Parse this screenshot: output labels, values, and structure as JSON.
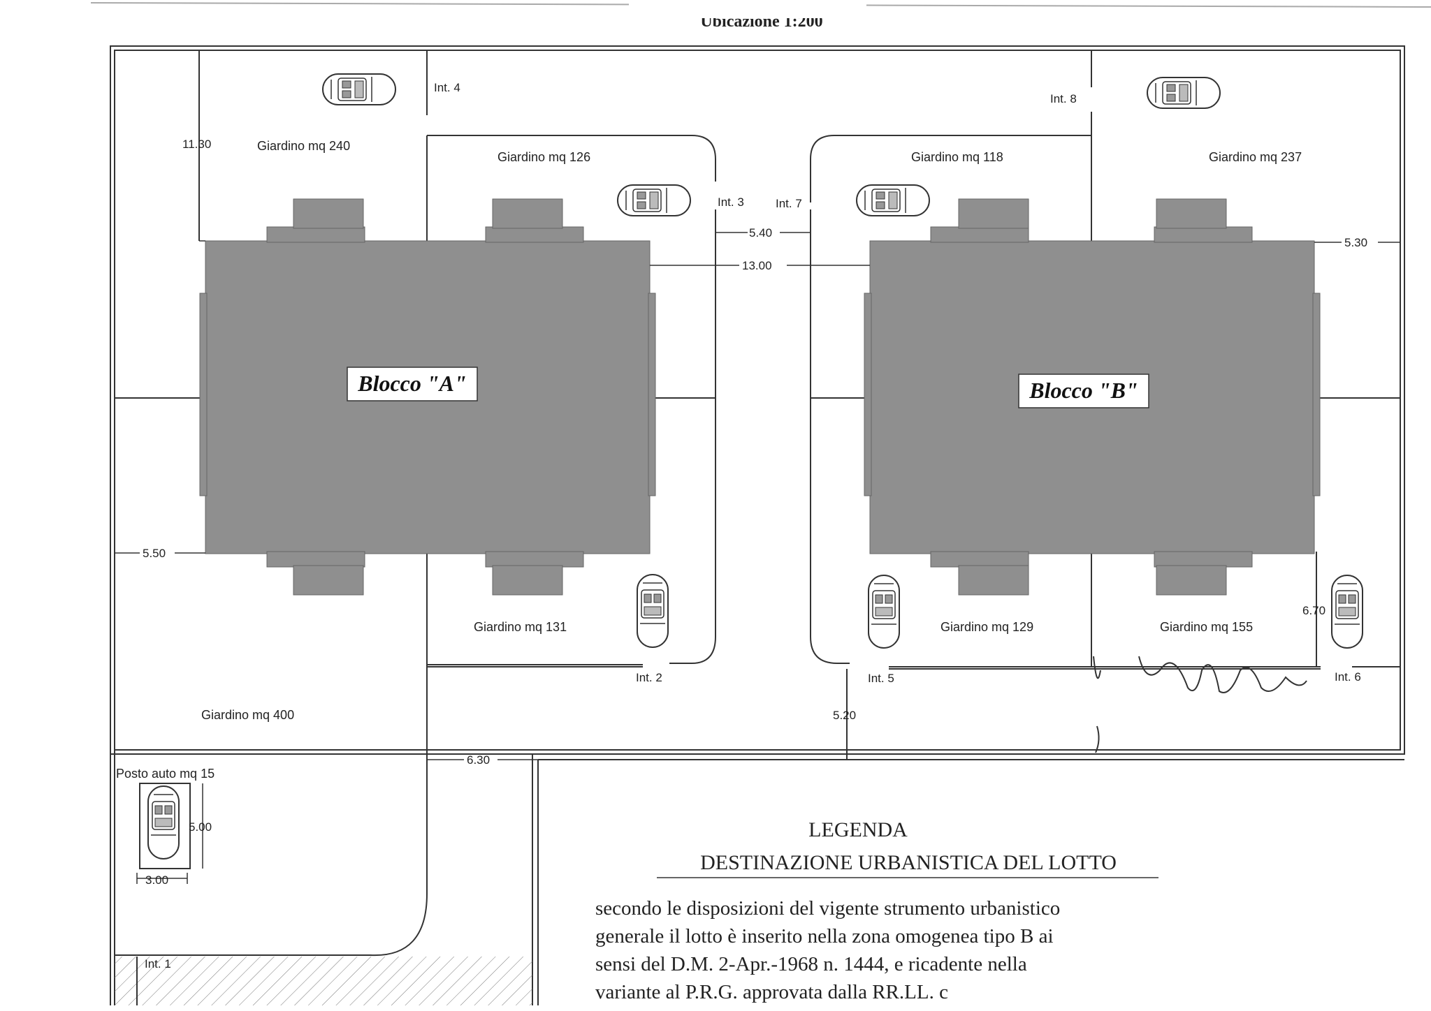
{
  "header": {
    "title": "Ubicazione 1:200"
  },
  "blocks": [
    {
      "label": "Blocco \"A\""
    },
    {
      "label": "Blocco \"B\""
    }
  ],
  "gardens": {
    "g240": "Giardino mq 240",
    "g126": "Giardino mq 126",
    "g131": "Giardino mq 131",
    "g400": "Giardino mq 400",
    "g118": "Giardino mq 118",
    "g237": "Giardino mq 237",
    "g129": "Giardino mq 129",
    "g155": "Giardino mq 155"
  },
  "parking": {
    "label": "Posto auto mq 15",
    "width": "3.00",
    "depth": "5.00"
  },
  "interni": {
    "int1": "Int. 1",
    "int2": "Int. 2",
    "int3": "Int. 3",
    "int4": "Int. 4",
    "int5": "Int. 5",
    "int6": "Int. 6",
    "int7": "Int. 7",
    "int8": "Int. 8"
  },
  "dimensions": {
    "d1130": "11.30",
    "d540": "5.40",
    "d1300": "13.00",
    "d530": "5.30",
    "d550": "5.50",
    "d630": "6.30",
    "d520": "5.20",
    "d670": "6.70"
  },
  "legend": {
    "heading": "LEGENDA",
    "subheading": "DESTINAZIONE URBANISTICA DEL LOTTO",
    "lines": [
      "secondo le disposizioni del vigente strumento urbanistico",
      "generale il lotto è inserito nella zona omogenea tipo B ai",
      "sensi del D.M. 2-Apr.-1968 n. 1444, e ricadente nella",
      "variante al P.R.G. approvata dalla RR.LL. c"
    ]
  },
  "colors": {
    "building": "#8f8f8f",
    "line": "#333333",
    "paper": "#ffffff"
  }
}
